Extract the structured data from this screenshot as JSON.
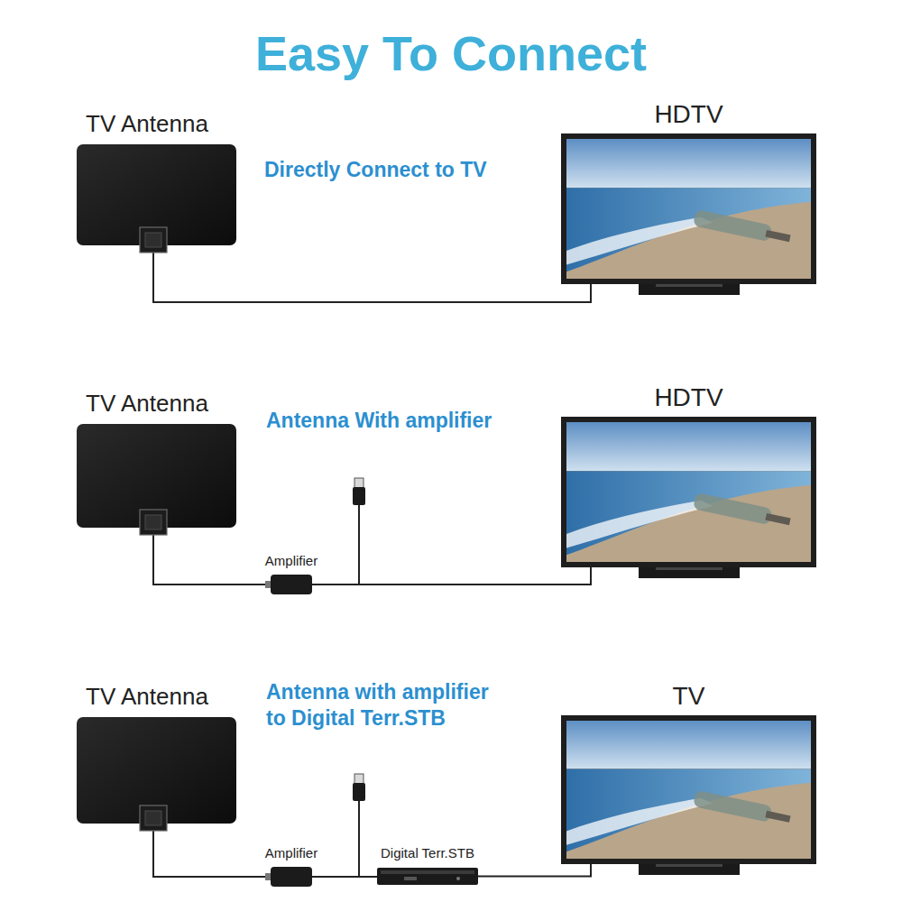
{
  "diagram": {
    "title": "Easy To Connect",
    "nodes": [
      {
        "text": [
          "TV Antenna"
        ]
      },
      {
        "text": [
          "HDTV"
        ]
      },
      {
        "text": [
          "TV Antenna"
        ]
      },
      {
        "text": [
          "Amplifier"
        ]
      },
      {
        "text": [
          "HDTV"
        ]
      },
      {
        "text": [
          "TV Antenna"
        ]
      },
      {
        "text": [
          "Amplifier"
        ]
      },
      {
        "text": [
          "Digital Terr.STB"
        ]
      },
      {
        "text": [
          "TV"
        ]
      }
    ],
    "edges": [
      {
        "from": 0,
        "to": 1,
        "arrow": "none"
      },
      {
        "from": 2,
        "to": 3,
        "arrow": "none"
      },
      {
        "from": 3,
        "to": 4,
        "arrow": "none"
      },
      {
        "from": 5,
        "to": 6,
        "arrow": "none"
      },
      {
        "from": 6,
        "to": 7,
        "arrow": "none"
      },
      {
        "from": 7,
        "to": 8,
        "arrow": "none"
      }
    ],
    "labels": [
      "Directly Connect to TV",
      "Antenna With amplifier",
      "Antenna with amplifier to Digital Terr.STB"
    ]
  }
}
